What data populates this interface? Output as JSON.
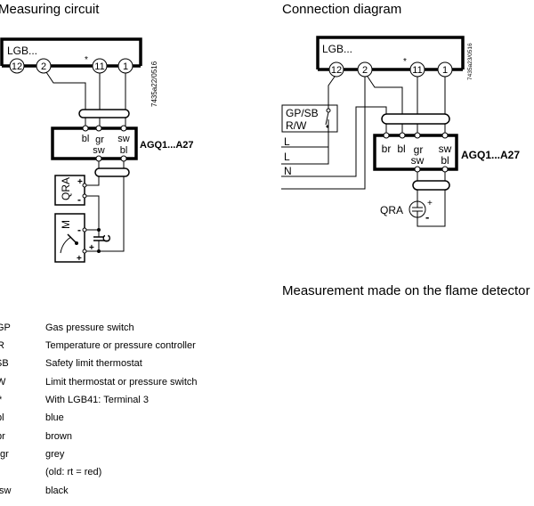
{
  "titles": {
    "measuring_circuit": "Measuring circuit",
    "connection_diagram": "Connection diagram"
  },
  "measuring_circuit": {
    "unit_label": "LGB...",
    "terminals": [
      "12",
      "2",
      "11",
      "1"
    ],
    "asterisk": "*",
    "drawing_code": "7435a22/0516",
    "adapter_label": "AGQ1...A27",
    "adapter_top_wires": [
      "bl",
      "gr",
      "sw"
    ],
    "adapter_bottom_wires": [
      "sw",
      "bl"
    ],
    "detector_label": "QRA",
    "meter_label": "M",
    "capacitor_label": "C",
    "plus": "+",
    "minus": "-"
  },
  "connection_diagram": {
    "unit_label": "LGB...",
    "terminals": [
      "12",
      "2",
      "11",
      "1"
    ],
    "asterisk": "*",
    "drawing_code": "7435a23/0516",
    "switch_label_line1": "GP/SB",
    "switch_label_line2": "R/W",
    "lines": [
      "L",
      "L",
      "N"
    ],
    "adapter_label": "AGQ1...A27",
    "adapter_top_wires": [
      "br",
      "bl",
      "gr",
      "sw"
    ],
    "adapter_bottom_wires": [
      "sw",
      "bl"
    ],
    "detector_label": "QRA",
    "plus": "+",
    "minus": "-"
  },
  "note": "Measurement made on the flame detector",
  "legend": [
    {
      "abbr": "GP",
      "desc": "Gas pressure switch"
    },
    {
      "abbr": "R",
      "desc": "Temperature or pressure controller"
    },
    {
      "abbr": "SB",
      "desc": "Safety limit thermostat"
    },
    {
      "abbr": "W",
      "desc": "Limit thermostat or pressure switch"
    },
    {
      "abbr": "*",
      "desc": "With LGB41: Terminal 3"
    },
    {
      "abbr": "bl",
      "desc": "blue"
    },
    {
      "abbr": "br",
      "desc": "brown"
    },
    {
      "abbr": "gr",
      "desc": "grey"
    },
    {
      "abbr": "",
      "desc": "(old: rt = red)"
    },
    {
      "abbr": "sw",
      "desc": "black"
    }
  ]
}
